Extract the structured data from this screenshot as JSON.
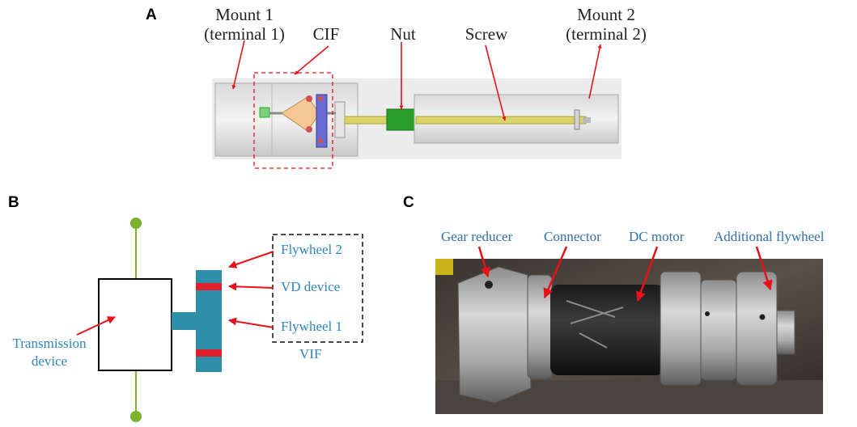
{
  "panel_a": {
    "letter": "A",
    "labels": {
      "mount1_line1": "Mount 1",
      "mount1_line2": "(terminal 1)",
      "cif": "CIF",
      "nut": "Nut",
      "screw": "Screw",
      "mount2_line1": "Mount 2",
      "mount2_line2": "(terminal 2)"
    }
  },
  "panel_b": {
    "letter": "B",
    "labels": {
      "transmission_line1": "Transmission",
      "transmission_line2": "device",
      "flywheel2": "Flywheel 2",
      "vd_device": "VD device",
      "flywheel1": "Flywheel 1",
      "vif": "VIF"
    }
  },
  "panel_c": {
    "letter": "C",
    "labels": {
      "gear_reducer": "Gear reducer",
      "connector": "Connector",
      "dc_motor": "DC motor",
      "additional_flywheel": "Additional flywheel"
    }
  },
  "colors": {
    "arrow": "#e8101a",
    "label_blue": "#2e86b8",
    "teal": "#2f8ea8",
    "damper_red": "#e0202a",
    "node_green": "#7ab32e",
    "nut_green": "#2aa02a",
    "screw_yellow": "#d9d36a"
  }
}
